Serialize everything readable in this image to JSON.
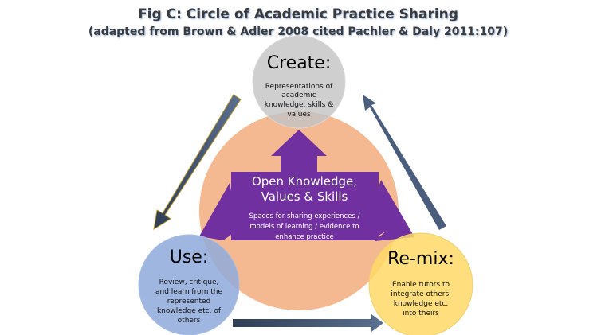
{
  "title": "Fig C: Circle of Academic Practice Sharing",
  "subtitle": "(adapted from Brown & Adler 2008 cited Pachler & Daly 2011:107)",
  "center": {
    "heading": [
      "Open Knowledge,",
      "Values & Skills"
    ],
    "text": [
      "Spaces for sharing experiences /",
      "models of learning / evidence to",
      "enhance practice"
    ]
  },
  "create": {
    "heading": "Create:",
    "text": [
      "Representations of",
      "academic",
      "knowledge, skills &",
      "values"
    ]
  },
  "use": {
    "heading": "Use:",
    "text": [
      "Review, critique,",
      "and learn from the",
      "represented",
      "knowledge etc. of",
      "others"
    ]
  },
  "remix": {
    "heading": "Re-mix:",
    "text": [
      "Enable tutors to",
      "integrate others'",
      "knowledge etc.",
      "into theirs"
    ]
  },
  "colors": {
    "orange": "#f5b992",
    "purple": "#7030a0",
    "create": "#c8c8c8",
    "use": "#8eaadb",
    "remix": "#ffd966",
    "arrow": "#44546a"
  }
}
